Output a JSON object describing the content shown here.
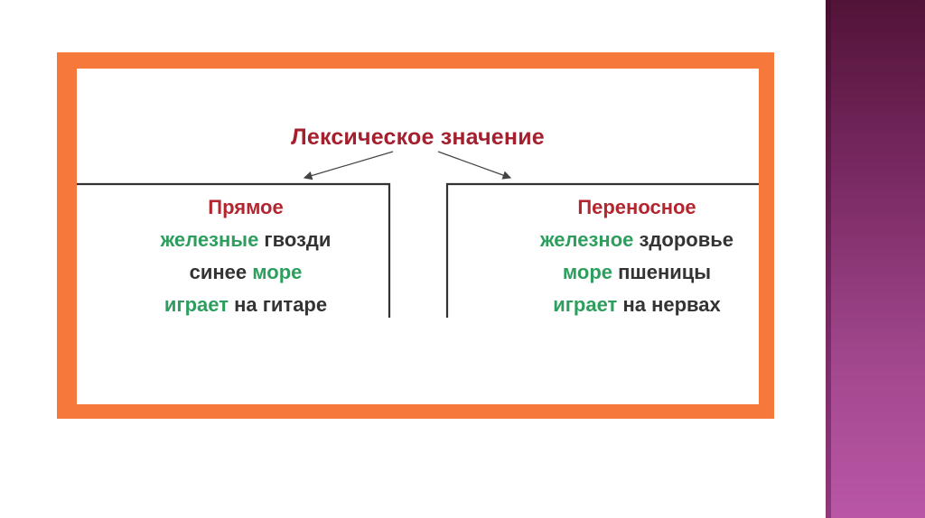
{
  "diagram": {
    "title": "Лексическое значение",
    "left": {
      "heading": "Прямое",
      "rows": [
        {
          "a": "железные",
          "b": " гвозди",
          "a_color": "green",
          "b_color": "dark"
        },
        {
          "a": "синее ",
          "b": "море",
          "a_color": "dark",
          "b_color": "green"
        },
        {
          "a": "играет",
          "b": " на гитаре",
          "a_color": "green",
          "b_color": "dark"
        }
      ]
    },
    "right": {
      "heading": "Переносное",
      "rows": [
        {
          "a": "железное",
          "b": " здоровье",
          "a_color": "green",
          "b_color": "dark"
        },
        {
          "a": "море",
          "b": " пшеницы",
          "a_color": "green",
          "b_color": "dark"
        },
        {
          "a": "играет",
          "b": " на нервах",
          "a_color": "green",
          "b_color": "dark"
        }
      ]
    }
  },
  "colors": {
    "frame": "#f6783a",
    "title": "#a4202e",
    "heading": "#b32630",
    "green": "#2e9e5e",
    "dark": "#333333",
    "side_band": "#8a3574"
  }
}
